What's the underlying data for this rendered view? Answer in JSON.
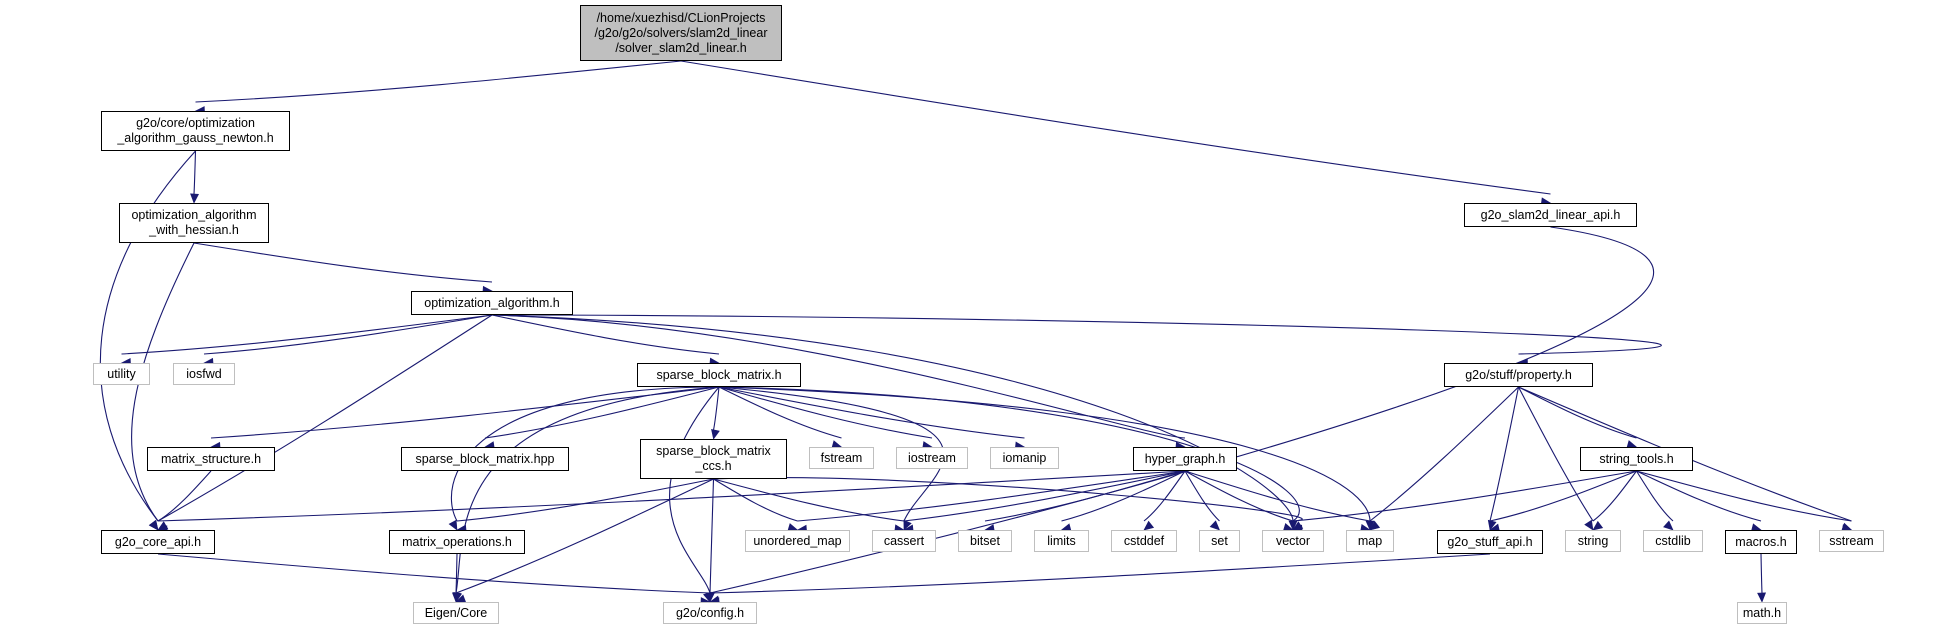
{
  "diagram": {
    "nodes": [
      {
        "id": "root",
        "name": "node-solver-slam2d-linear-h",
        "kind": "root",
        "label": "/home/xuezhisd/CLionProjects\n/g2o/g2o/solvers/slam2d_linear\n/solver_slam2d_linear.h"
      },
      {
        "id": "gn",
        "name": "node-optimization-algorithm-gauss-newton-h",
        "kind": "internal",
        "label": "g2o/core/optimization\n_algorithm_gauss_newton.h"
      },
      {
        "id": "slam2dapi",
        "name": "node-g2o-slam2d-linear-api-h",
        "kind": "internal",
        "label": "g2o_slam2d_linear_api.h"
      },
      {
        "id": "oawh",
        "name": "node-optimization-algorithm-with-hessian-h",
        "kind": "internal",
        "label": "optimization_algorithm\n_with_hessian.h"
      },
      {
        "id": "oa",
        "name": "node-optimization-algorithm-h",
        "kind": "internal",
        "label": "optimization_algorithm.h"
      },
      {
        "id": "utility",
        "name": "node-utility",
        "kind": "external",
        "label": "utility"
      },
      {
        "id": "iosfwd",
        "name": "node-iosfwd",
        "kind": "external",
        "label": "iosfwd"
      },
      {
        "id": "sbm",
        "name": "node-sparse-block-matrix-h",
        "kind": "internal",
        "label": "sparse_block_matrix.h"
      },
      {
        "id": "property",
        "name": "node-g2o-stuff-property-h",
        "kind": "internal",
        "label": "g2o/stuff/property.h"
      },
      {
        "id": "ms",
        "name": "node-matrix-structure-h",
        "kind": "internal",
        "label": "matrix_structure.h"
      },
      {
        "id": "sbmhpp",
        "name": "node-sparse-block-matrix-hpp",
        "kind": "internal",
        "label": "sparse_block_matrix.hpp"
      },
      {
        "id": "sbmccs",
        "name": "node-sparse-block-matrix-ccs-h",
        "kind": "internal",
        "label": "sparse_block_matrix\n_ccs.h"
      },
      {
        "id": "fstream",
        "name": "node-fstream",
        "kind": "external",
        "label": "fstream"
      },
      {
        "id": "iostream",
        "name": "node-iostream",
        "kind": "external",
        "label": "iostream"
      },
      {
        "id": "iomanip",
        "name": "node-iomanip",
        "kind": "external",
        "label": "iomanip"
      },
      {
        "id": "hg",
        "name": "node-hyper-graph-h",
        "kind": "internal",
        "label": "hyper_graph.h"
      },
      {
        "id": "stringtools",
        "name": "node-string-tools-h",
        "kind": "internal",
        "label": "string_tools.h"
      },
      {
        "id": "coreapi",
        "name": "node-g2o-core-api-h",
        "kind": "internal",
        "label": "g2o_core_api.h"
      },
      {
        "id": "mo",
        "name": "node-matrix-operations-h",
        "kind": "internal",
        "label": "matrix_operations.h"
      },
      {
        "id": "umap",
        "name": "node-unordered-map",
        "kind": "external",
        "label": "unordered_map"
      },
      {
        "id": "cassert",
        "name": "node-cassert",
        "kind": "external",
        "label": "cassert"
      },
      {
        "id": "bitset",
        "name": "node-bitset",
        "kind": "external",
        "label": "bitset"
      },
      {
        "id": "limits",
        "name": "node-limits",
        "kind": "external",
        "label": "limits"
      },
      {
        "id": "cstddef",
        "name": "node-cstddef",
        "kind": "external",
        "label": "cstddef"
      },
      {
        "id": "set",
        "name": "node-set",
        "kind": "external",
        "label": "set"
      },
      {
        "id": "vector",
        "name": "node-vector",
        "kind": "external",
        "label": "vector"
      },
      {
        "id": "map",
        "name": "node-map",
        "kind": "external",
        "label": "map"
      },
      {
        "id": "stuffapi",
        "name": "node-g2o-stuff-api-h",
        "kind": "internal",
        "label": "g2o_stuff_api.h"
      },
      {
        "id": "string",
        "name": "node-string",
        "kind": "external",
        "label": "string"
      },
      {
        "id": "cstdlib",
        "name": "node-cstdlib",
        "kind": "external",
        "label": "cstdlib"
      },
      {
        "id": "macros",
        "name": "node-macros-h",
        "kind": "internal",
        "label": "macros.h"
      },
      {
        "id": "sstream",
        "name": "node-sstream",
        "kind": "external",
        "label": "sstream"
      },
      {
        "id": "eigen",
        "name": "node-eigen-core",
        "kind": "external",
        "label": "Eigen/Core"
      },
      {
        "id": "config",
        "name": "node-g2o-config-h",
        "kind": "external",
        "label": "g2o/config.h"
      },
      {
        "id": "mathh",
        "name": "node-math-h",
        "kind": "external",
        "label": "math.h"
      }
    ],
    "edges": [
      {
        "from": "root",
        "to": "gn"
      },
      {
        "from": "root",
        "to": "slam2dapi"
      },
      {
        "from": "gn",
        "to": "oawh"
      },
      {
        "from": "gn",
        "to": "coreapi"
      },
      {
        "from": "slam2dapi",
        "to": "config"
      },
      {
        "from": "oawh",
        "to": "oa"
      },
      {
        "from": "oawh",
        "to": "coreapi"
      },
      {
        "from": "oa",
        "to": "utility"
      },
      {
        "from": "oa",
        "to": "iosfwd"
      },
      {
        "from": "oa",
        "to": "coreapi"
      },
      {
        "from": "oa",
        "to": "sbm"
      },
      {
        "from": "oa",
        "to": "hg"
      },
      {
        "from": "oa",
        "to": "vector"
      },
      {
        "from": "oa",
        "to": "property"
      },
      {
        "from": "sbm",
        "to": "ms"
      },
      {
        "from": "sbm",
        "to": "sbmhpp"
      },
      {
        "from": "sbm",
        "to": "sbmccs"
      },
      {
        "from": "sbm",
        "to": "fstream"
      },
      {
        "from": "sbm",
        "to": "iostream"
      },
      {
        "from": "sbm",
        "to": "iomanip"
      },
      {
        "from": "sbm",
        "to": "mo"
      },
      {
        "from": "sbm",
        "to": "eigen"
      },
      {
        "from": "sbm",
        "to": "config"
      },
      {
        "from": "sbm",
        "to": "cassert"
      },
      {
        "from": "sbm",
        "to": "vector"
      },
      {
        "from": "sbm",
        "to": "map"
      },
      {
        "from": "property",
        "to": "map"
      },
      {
        "from": "property",
        "to": "stuffapi"
      },
      {
        "from": "property",
        "to": "string"
      },
      {
        "from": "property",
        "to": "stringtools"
      },
      {
        "from": "property",
        "to": "sstream"
      },
      {
        "from": "ms",
        "to": "coreapi"
      },
      {
        "from": "sbmccs",
        "to": "mo"
      },
      {
        "from": "sbmccs",
        "to": "eigen"
      },
      {
        "from": "sbmccs",
        "to": "config"
      },
      {
        "from": "sbmccs",
        "to": "umap"
      },
      {
        "from": "sbmccs",
        "to": "cassert"
      },
      {
        "from": "sbmccs",
        "to": "vector"
      },
      {
        "from": "hg",
        "to": "coreapi"
      },
      {
        "from": "hg",
        "to": "umap"
      },
      {
        "from": "hg",
        "to": "cassert"
      },
      {
        "from": "hg",
        "to": "bitset"
      },
      {
        "from": "hg",
        "to": "limits"
      },
      {
        "from": "hg",
        "to": "cstddef"
      },
      {
        "from": "hg",
        "to": "set"
      },
      {
        "from": "hg",
        "to": "vector"
      },
      {
        "from": "hg",
        "to": "map"
      },
      {
        "from": "stringtools",
        "to": "vector"
      },
      {
        "from": "stringtools",
        "to": "stuffapi"
      },
      {
        "from": "stringtools",
        "to": "string"
      },
      {
        "from": "stringtools",
        "to": "cstdlib"
      },
      {
        "from": "stringtools",
        "to": "macros"
      },
      {
        "from": "stringtools",
        "to": "sstream"
      },
      {
        "from": "coreapi",
        "to": "config"
      },
      {
        "from": "mo",
        "to": "eigen"
      },
      {
        "from": "stuffapi",
        "to": "config"
      },
      {
        "from": "macros",
        "to": "mathh"
      }
    ],
    "colors": {
      "edge": "#191970",
      "root_fill": "#bfbfbf",
      "internal_border": "#000000",
      "external_border": "#bfbfbf",
      "background": "#ffffff"
    }
  }
}
